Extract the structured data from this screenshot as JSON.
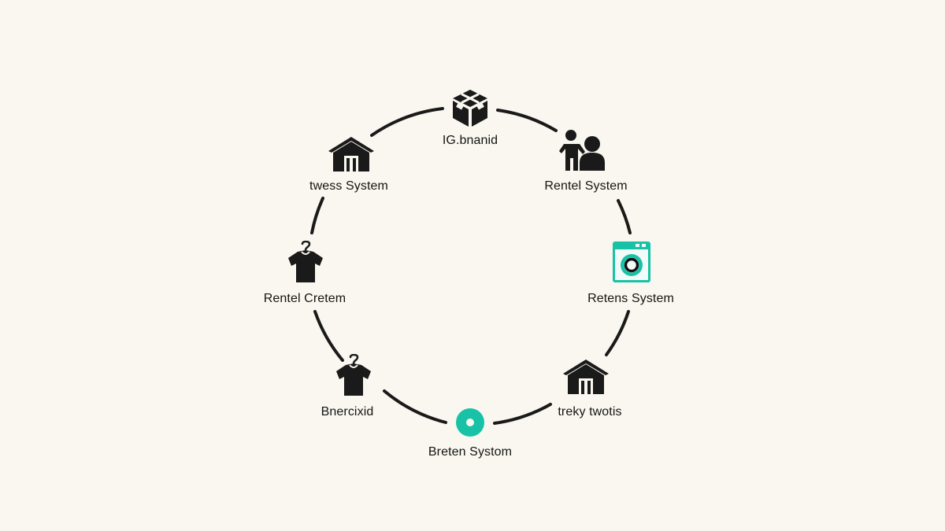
{
  "diagram": {
    "colors": {
      "background": "#f9f7ef",
      "ink": "#1a1a1a",
      "accent": "#17c2a6"
    },
    "nodes": [
      {
        "id": "top",
        "label": "IG.bnanid",
        "icon": "box-icon"
      },
      {
        "id": "top-right",
        "label": "Rentel System",
        "icon": "people-icon"
      },
      {
        "id": "right",
        "label": "Retens System",
        "icon": "washing-machine-icon"
      },
      {
        "id": "bottom-right",
        "label": "treky twotis",
        "icon": "house-icon"
      },
      {
        "id": "bottom",
        "label": "Breten Systom",
        "icon": "ring-icon"
      },
      {
        "id": "bottom-left",
        "label": "Bnercixid",
        "icon": "shirt-hanger-icon"
      },
      {
        "id": "left",
        "label": "Rentel Cretem",
        "icon": "shirt-hanger-icon"
      },
      {
        "id": "top-left",
        "label": "twess System",
        "icon": "house-icon"
      }
    ]
  }
}
